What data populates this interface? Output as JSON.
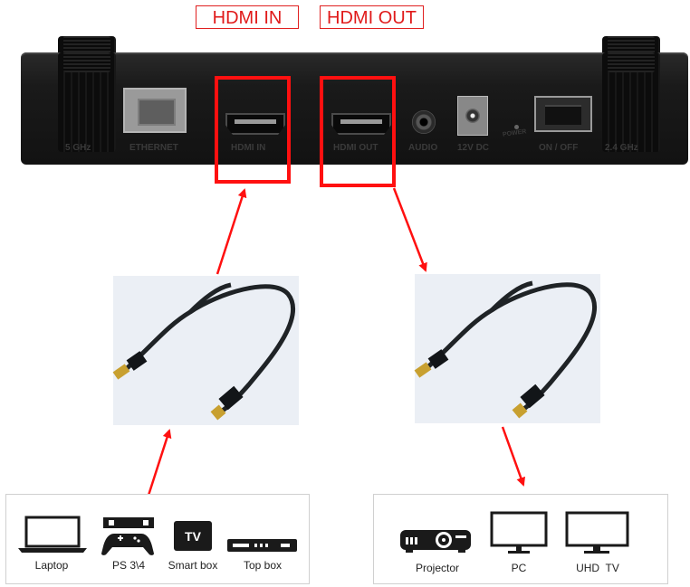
{
  "labels": {
    "hdmi_in_top": "HDMI IN",
    "hdmi_out_top": "HDMI OUT"
  },
  "device_ports": {
    "antenna_5ghz": "5 GHz",
    "ethernet": "ETHERNET",
    "hdmi_in": "HDMI IN",
    "hdmi_out": "HDMI OUT",
    "audio": "AUDIO",
    "dc_12v": "12V DC",
    "power": "POWER",
    "on_off": "ON / OFF",
    "antenna_24ghz": "2.4 GHz"
  },
  "sources": [
    {
      "label": "Laptop",
      "icon": "laptop-icon"
    },
    {
      "label": "PS 3\\4",
      "icon": "game-console-icon"
    },
    {
      "label": "Smart box",
      "icon": "tv-box-icon"
    },
    {
      "label": "Top box",
      "icon": "set-top-box-icon"
    }
  ],
  "displays": [
    {
      "label": "Projector",
      "icon": "projector-icon"
    },
    {
      "label": "PC",
      "icon": "monitor-icon"
    },
    {
      "label": "UHD  TV",
      "icon": "tv-icon"
    }
  ],
  "tv_box_text": "TV",
  "colors": {
    "highlight": "#ff1010",
    "device_body": "#161616",
    "cable_panel": "#ebeff5"
  }
}
